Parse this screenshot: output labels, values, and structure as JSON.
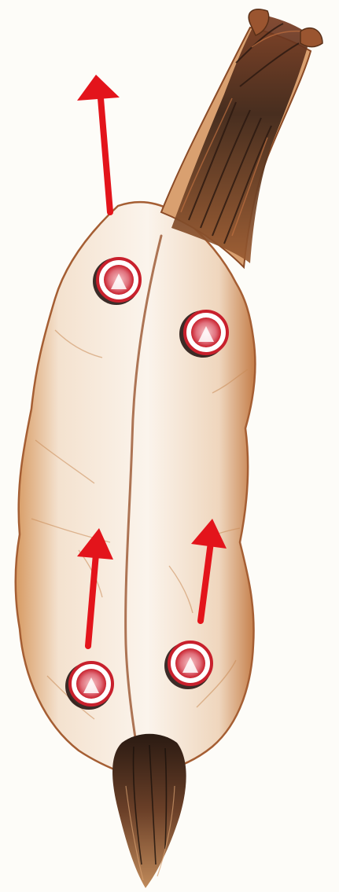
{
  "illustration": {
    "subject": "horse-viewed-from-above",
    "colors": {
      "paper": "#fdfcf8",
      "coat_light": "#f7eadc",
      "coat_shade": "#c98a55",
      "coat_outline": "#8a4a26",
      "mane_dark": "#3b2418",
      "mane_mid": "#8a4a26",
      "arrow_red": "#e3141b",
      "hoof_red": "#c8202c",
      "hoof_pink": "#f2a6ae"
    },
    "arrows": [
      {
        "name": "head-direction-arrow"
      },
      {
        "name": "left-hind-leg-arrow"
      },
      {
        "name": "right-hind-leg-arrow"
      }
    ],
    "hoofprints": [
      {
        "name": "hoofprint-left-fore"
      },
      {
        "name": "hoofprint-right-fore"
      },
      {
        "name": "hoofprint-left-hind"
      },
      {
        "name": "hoofprint-right-hind"
      }
    ]
  }
}
